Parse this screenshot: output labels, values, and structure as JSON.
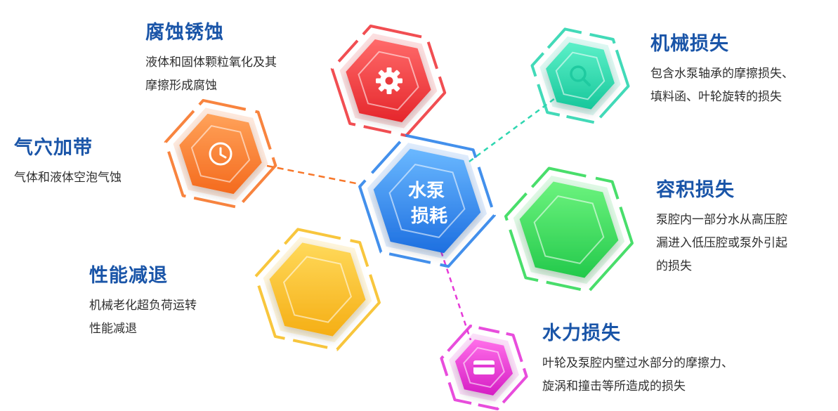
{
  "center": {
    "line1": "水泵",
    "line2": "损耗",
    "color": "#2f84ea"
  },
  "items": [
    {
      "key": "corrosion",
      "title": "腐蚀锈蚀",
      "desc": [
        "液体和固体颗粒氧化及其",
        "摩擦形成腐蚀"
      ],
      "icon": "gear-icon",
      "color": "#ef3b3f"
    },
    {
      "key": "cavitation",
      "title": "气穴加带",
      "desc": [
        "气体和液体空泡气蚀"
      ],
      "icon": "clock-icon",
      "color": "#f7772a"
    },
    {
      "key": "degradation",
      "title": "性能减退",
      "desc": [
        "机械老化超负荷运转",
        "性能减退"
      ],
      "icon": "",
      "color": "#f7c028"
    },
    {
      "key": "mechanical-loss",
      "title": "机械损失",
      "desc": [
        "包含水泵轴承的摩擦损失、",
        "填料函、叶轮旋转的损失"
      ],
      "icon": "search-icon",
      "color": "#2ed6b0"
    },
    {
      "key": "volumetric-loss",
      "title": "容积损失",
      "desc": [
        "泵腔内一部分水从高压腔",
        "漏进入低压腔或泵外引起",
        "的损失"
      ],
      "icon": "",
      "color": "#35da5b"
    },
    {
      "key": "hydraulic-loss",
      "title": "水力损失",
      "desc": [
        "叶轮及泵腔内壁过水部分的摩擦力、",
        "旋涡和撞击等所造成的损失"
      ],
      "icon": "card-icon",
      "color": "#e63ad8"
    }
  ]
}
